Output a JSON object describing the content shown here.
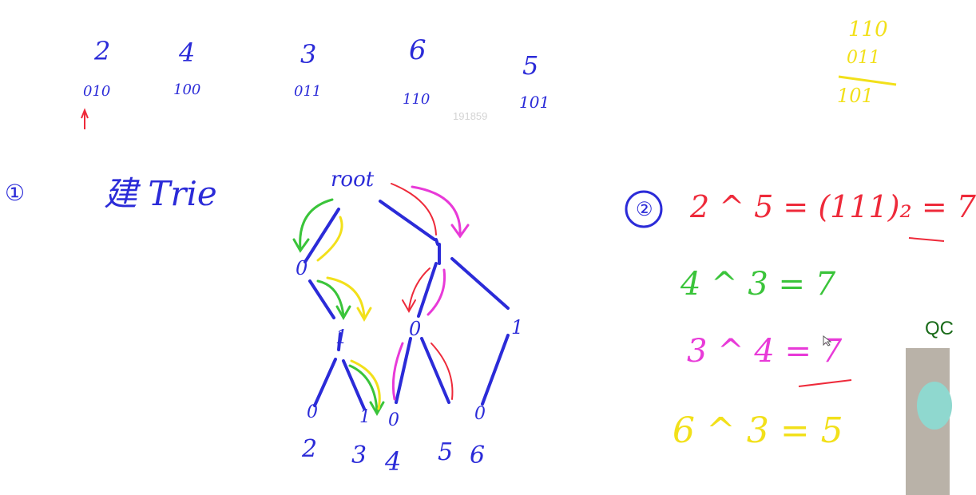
{
  "numbers": {
    "values": [
      "2",
      "4",
      "3",
      "6",
      "5"
    ],
    "binaries": [
      "010",
      "100",
      "011",
      "110",
      "101"
    ]
  },
  "xor_example": {
    "top": "110",
    "mid": "011",
    "bottom": "101"
  },
  "watermark": "191859",
  "step1": {
    "marker": "①",
    "label": "建 Trie"
  },
  "trie": {
    "root_label": "root",
    "left_node": "0",
    "mid_one": "1",
    "mid_zero": "0",
    "right_one": "1",
    "leaves": [
      "0",
      "1",
      "0",
      "",
      "0"
    ],
    "leaf_values": [
      "2",
      "3",
      "4",
      "5",
      "6"
    ]
  },
  "step2": {
    "marker": "②",
    "lines": [
      {
        "expr": "2 ^ 5 = (111)₂ = 7",
        "color": "#ee2a3a"
      },
      {
        "expr": "4 ^ 3 = 7",
        "color": "#3ac43a"
      },
      {
        "expr": "3 ^ 4 = 7",
        "color": "#e83ad8"
      },
      {
        "expr": "6 ^ 3 = 5",
        "color": "#f2e01a"
      }
    ]
  },
  "webcam_label": "QC",
  "colors": {
    "blue": "#2b2bd8",
    "red": "#ee2a3a",
    "green": "#3ac43a",
    "magenta": "#e83ad8",
    "yellow": "#f2e01a"
  },
  "icons": [
    "cursor-icon",
    "webcam-feed"
  ]
}
